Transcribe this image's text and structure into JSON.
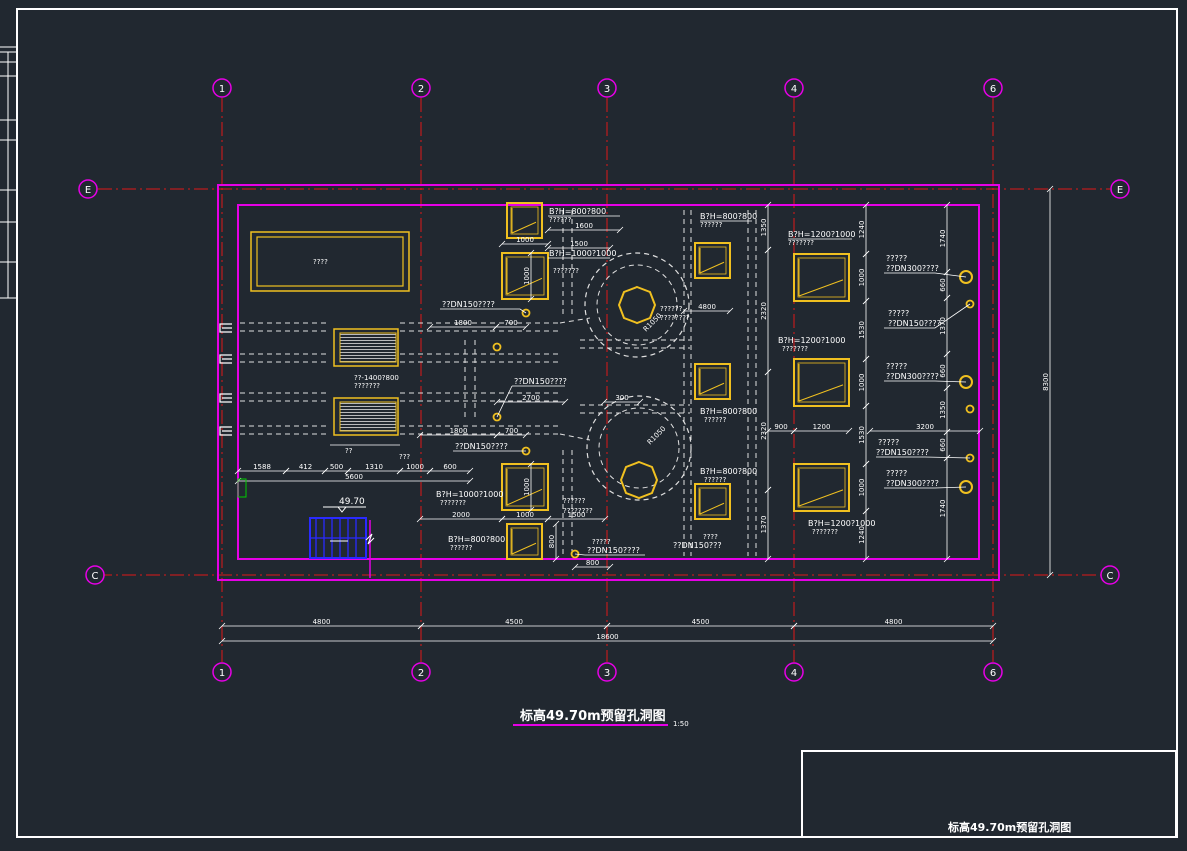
{
  "axes": {
    "columns": [
      "1",
      "2",
      "3",
      "4",
      "6"
    ],
    "rows": [
      "E",
      "C"
    ]
  },
  "colors": {
    "background": "#212830",
    "frame": "#ffffff",
    "wall": "#e600e6",
    "axis": "#e01818",
    "opening": "#f0c020",
    "dimension": "#ffffff",
    "stair": "#2a2aff",
    "pipe": "#e0e0e0"
  },
  "dimensions": {
    "bays": [
      "4800",
      "4500",
      "4500",
      "4800"
    ],
    "total": "18600",
    "height_total": "8300",
    "stair_elev": "49.70",
    "left_row": [
      "1588",
      "412",
      "500",
      "1310",
      "1000"
    ],
    "left_row_total": "5600",
    "right_v": [
      "1240",
      "1000",
      "1530",
      "1000",
      "1530",
      "1000",
      "1240"
    ],
    "far_v": [
      "1740",
      "660",
      "1370",
      "660",
      "1350",
      "660",
      "1740"
    ],
    "mid_v": [
      "1350",
      "2320",
      "2320",
      "1370"
    ],
    "misc_d1": "1500",
    "misc_d2": "1000",
    "misc_d3": "4800",
    "misc_d4": "3200",
    "misc_d5": "900",
    "misc_d6": "1200",
    "misc_d7": "2700",
    "misc_d8": "1800",
    "misc_d9": "700",
    "misc_d10": "2000",
    "misc_d11": "1000",
    "misc_d12": "1500",
    "misc_d13": "800",
    "misc_d14": "4800",
    "misc_d15": "1600",
    "radius1": "R1050",
    "radius2": "R1050",
    "dim_small": "300",
    "dim_1000v": "1000",
    "dim_600": "600",
    "dim_800": "800"
  },
  "labels": {
    "tank": "????",
    "o1": "B?H=800?800",
    "o1b": "??????",
    "o2": "B?H=1000?1000",
    "o2b": "???????",
    "o3": "B?H=800?800",
    "o3b": "??????",
    "o4": "B?H=1200?1000",
    "o4b": "???????",
    "o5": "B?H=1200?1000",
    "o5b": "???????",
    "o6": "B?H=800?800",
    "o6b": "??????",
    "o7": "B?H=800?800",
    "o7b": "??????",
    "o8": "B?H=1200?1000",
    "o8b": "???????",
    "o9": "B?H=1000?1000",
    "o9b": "???????",
    "o10": "B?H=800?800",
    "o10b": "??????",
    "p1": "??DN150????",
    "p2": "??DN150????",
    "p3": "??DN150????",
    "p4": "??DN150????",
    "p5": "??DN150????",
    "p6": "??DN150????",
    "p7": "?????",
    "p7b": "??DN300????",
    "p8": "?????",
    "p8b": "??DN150????",
    "p9": "?????",
    "p9b": "??DN300????",
    "p10": "?????",
    "p10b": "??DN150????",
    "p11": "?????",
    "p11b": "??DN300????",
    "screen": "??-1400?800",
    "screen_b": "???????",
    "circ_a": "??????",
    "circ_a2": "????????",
    "circ_b": "??????",
    "circ_b2": "????????",
    "arrow_txt": "??",
    "q3": "???",
    "misc_q": "????",
    "dn_b": "??DN150???",
    "dn_c": "??DN150????",
    "q_small": "?????",
    "q_small2": "???????"
  },
  "title": {
    "main": "标高49.70m预留孔洞图",
    "scale": "1:50",
    "block": "标高49.70m预留孔洞图"
  }
}
